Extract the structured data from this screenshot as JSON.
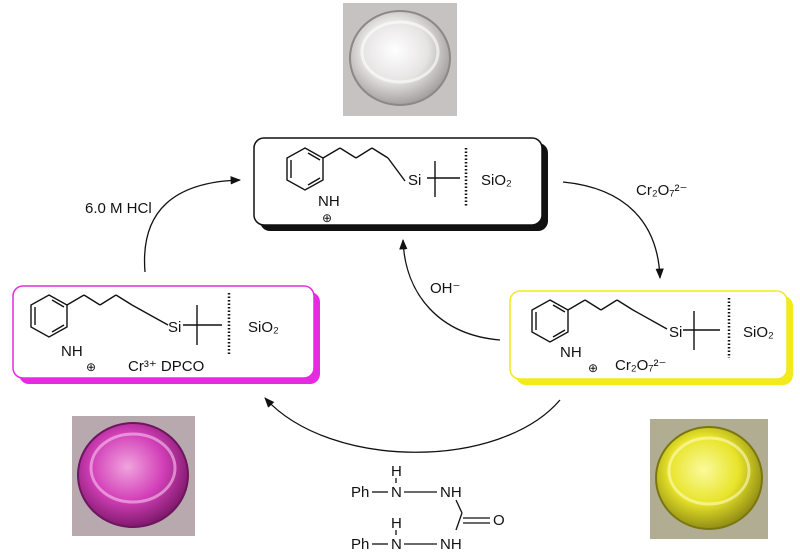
{
  "reagents": {
    "hcl": "6.0 M HCl",
    "dichromate": "Cr₂O₇²⁻",
    "hydroxide": "OH⁻",
    "diphenylcarbazide": {
      "ph_top": "Ph",
      "ph_bottom": "Ph",
      "nh": "NH",
      "n": "N",
      "h": "H",
      "o": "O"
    }
  },
  "states": {
    "top": {
      "nh": "NH",
      "charge": "⊕",
      "si": "Si",
      "sio2": "SiO₂",
      "border_color": "#111111"
    },
    "right": {
      "nh": "NH",
      "charge": "⊕",
      "si": "Si",
      "sio2": "SiO₂",
      "counter_ion": "Cr₂O₇²⁻",
      "border_color": "#f2ea1c"
    },
    "left": {
      "nh": "NH",
      "charge": "⊕",
      "si": "Si",
      "sio2": "SiO₂",
      "counter_ion": "Cr³⁺ DPCO",
      "border_color": "#e62ae0"
    }
  },
  "photos": {
    "top": {
      "color": "#d9d6d6"
    },
    "left": {
      "color": "#d23fb8"
    },
    "right": {
      "color": "#e8e42a"
    }
  }
}
